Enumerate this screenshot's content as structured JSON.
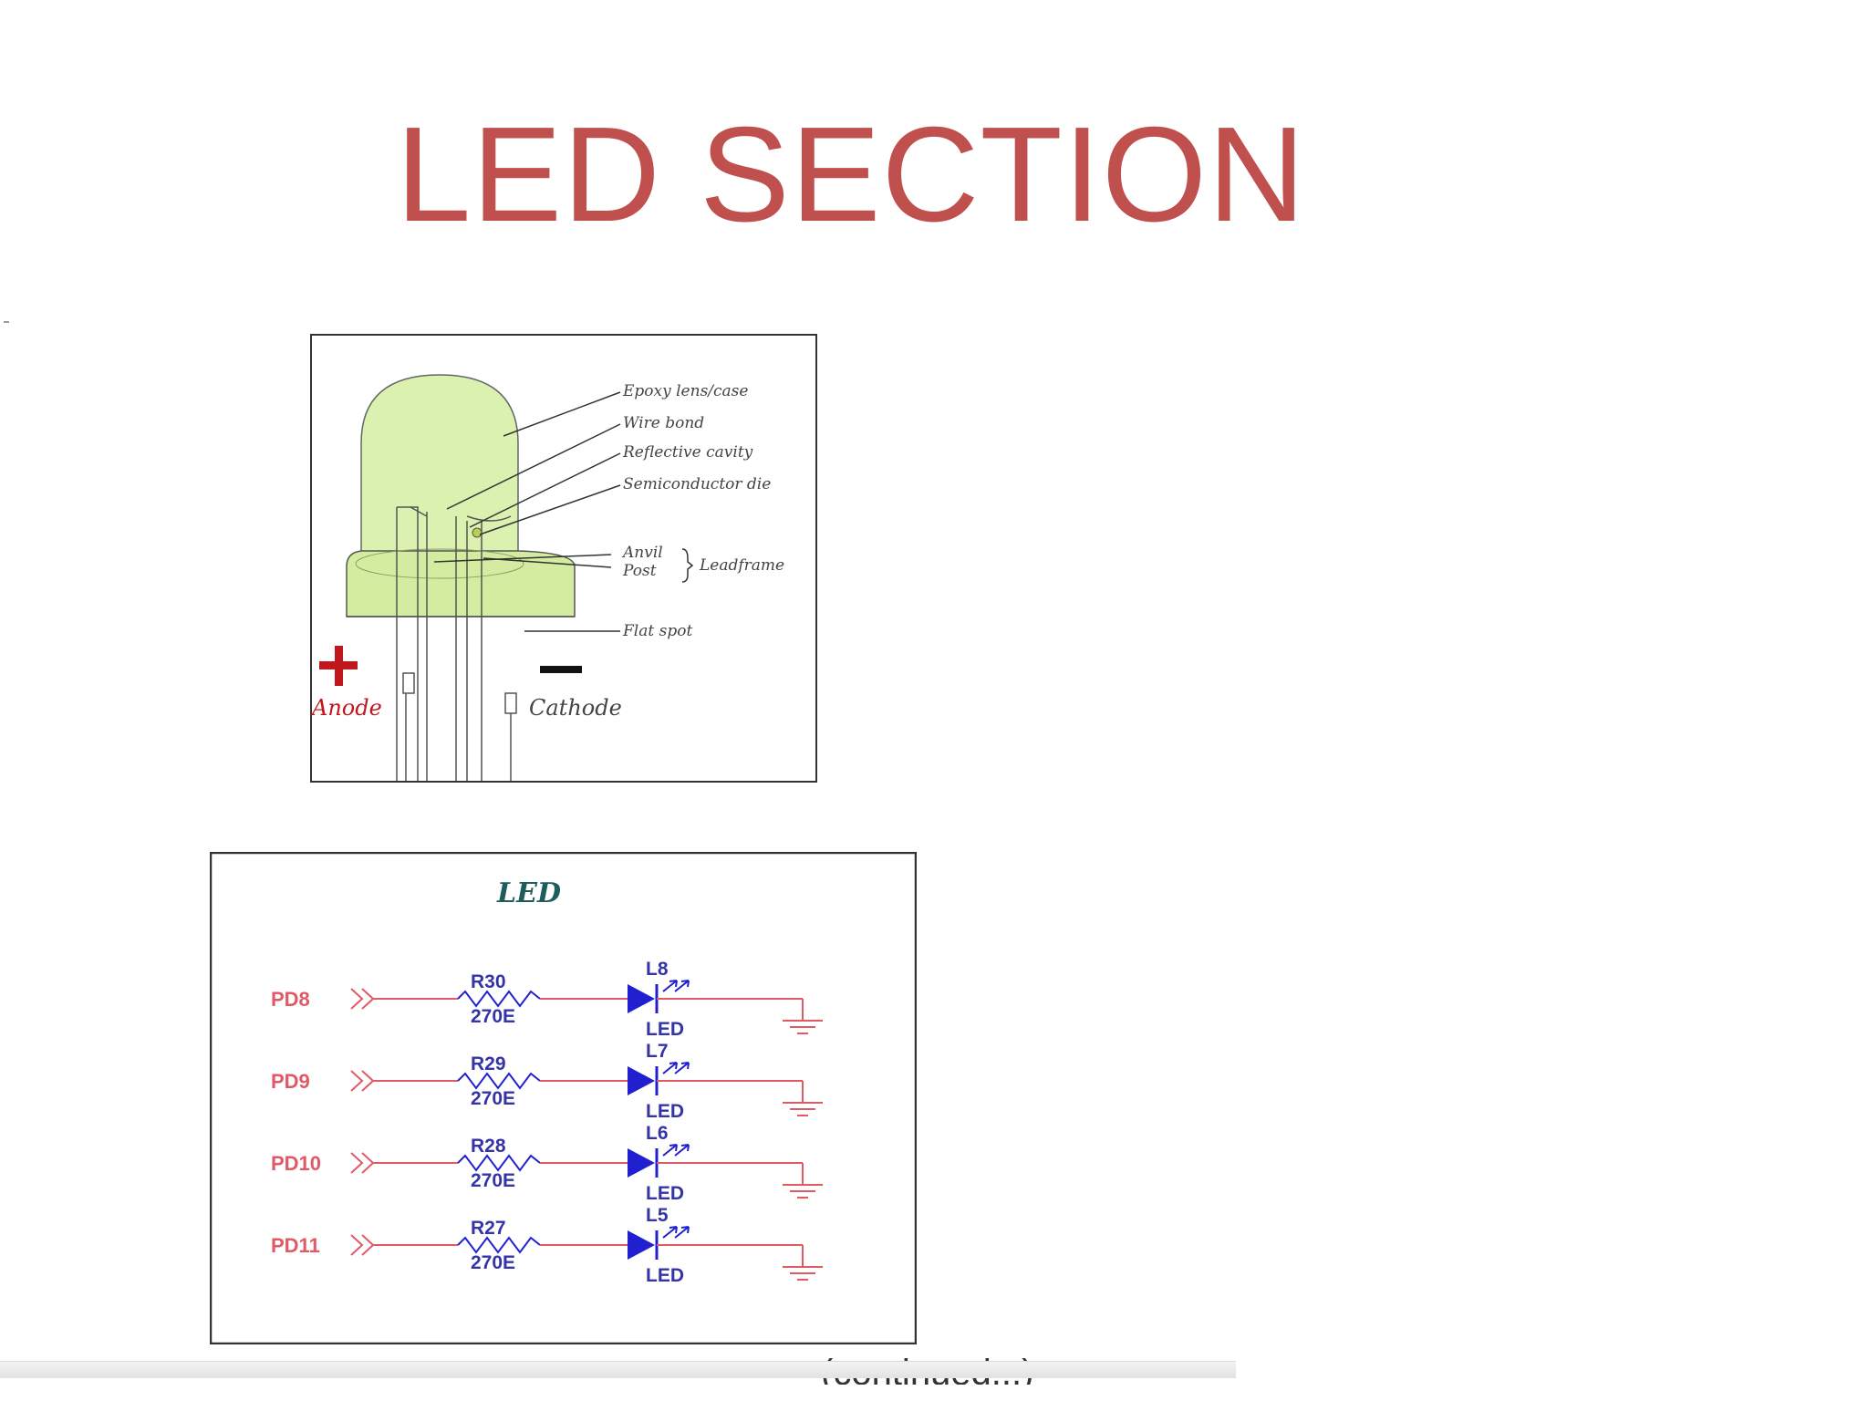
{
  "slide": {
    "title": "LED SECTION",
    "footer_text": "(continued...)"
  },
  "led_diagram": {
    "labels": {
      "epoxy": "Epoxy lens/case",
      "wire": "Wire bond",
      "reflective": "Reflective cavity",
      "semiconductor": "Semiconductor die",
      "anvil": "Anvil",
      "post": "Post",
      "leadframe": "Leadframe",
      "flat": "Flat spot",
      "anode": "Anode",
      "cathode": "Cathode"
    },
    "colors": {
      "lens": "#d8f0a8",
      "anode": "#c0161c"
    }
  },
  "schematic": {
    "title": "LED",
    "rows": [
      {
        "pin": "PD8",
        "resistor": "R30",
        "value": "270E",
        "led": "L8",
        "type": "LED"
      },
      {
        "pin": "PD9",
        "resistor": "R29",
        "value": "270E",
        "led": "L7",
        "type": "LED"
      },
      {
        "pin": "PD10",
        "resistor": "R28",
        "value": "270E",
        "led": "L6",
        "type": "LED"
      },
      {
        "pin": "PD11",
        "resistor": "R27",
        "value": "270E",
        "led": "L5",
        "type": "LED"
      }
    ],
    "colors": {
      "pin": "#e05a66",
      "component": "#2020d0"
    }
  }
}
